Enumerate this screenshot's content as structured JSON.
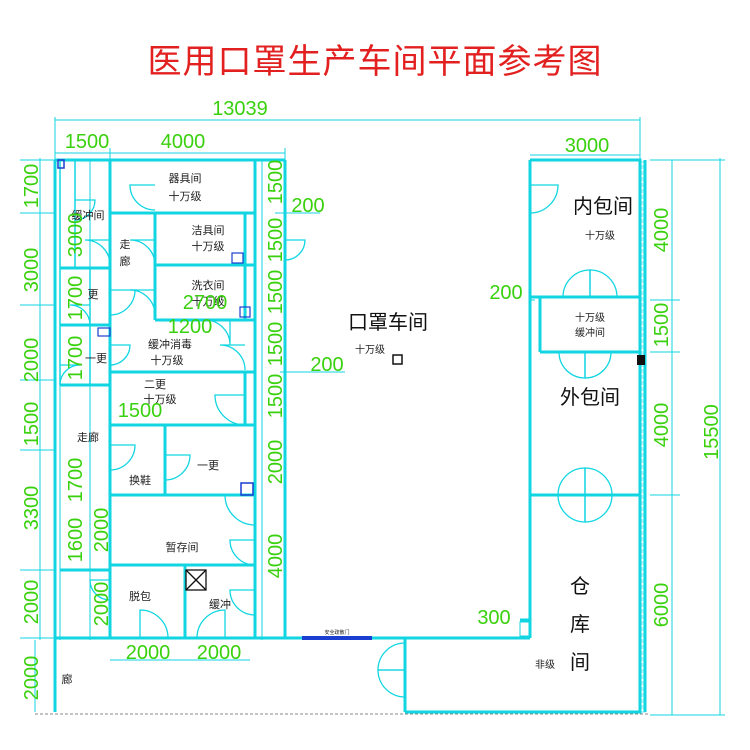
{
  "title": "医用口罩生产车间平面参考图",
  "rooms": {
    "equipment": {
      "name": "器具间",
      "grade": "十万级"
    },
    "cleaning": {
      "name": "洁具间",
      "grade": "十万级"
    },
    "laundry": {
      "name": "洗衣间",
      "grade": "十万级"
    },
    "buffer_disinfect": {
      "name": "缓冲消毒",
      "grade": "十万级"
    },
    "second_change": {
      "name": "二更",
      "grade": "十万级"
    },
    "buffer_left": {
      "name": "缓冲间"
    },
    "corridor_upper": {
      "name": "走廊"
    },
    "change_upper": {
      "name": "更"
    },
    "first_change_small": {
      "name": "一更"
    },
    "corridor_left": {
      "name": "走廊"
    },
    "shoe_change": {
      "name": "换鞋"
    },
    "first_change": {
      "name": "一更"
    },
    "temp_storage": {
      "name": "暂存间"
    },
    "unpack": {
      "name": "脱包"
    },
    "buffer_bottom": {
      "name": "缓冲"
    },
    "corridor_bottom": {
      "name": "廊"
    },
    "mask_workshop": {
      "name": "口罩车间",
      "grade": "十万级"
    },
    "inner_pack": {
      "name": "内包间",
      "grade": "十万级"
    },
    "buffer_right": {
      "name": "缓冲间",
      "grade": "十万级"
    },
    "outer_pack": {
      "name": "外包间"
    },
    "warehouse": {
      "name": "仓库间",
      "chars": [
        "仓",
        "库",
        "间"
      ],
      "grade": "非级"
    }
  },
  "markers": {
    "safety_exit": "安全疏散门"
  },
  "dims": {
    "total_width": "13039",
    "top_left_a": "1500",
    "top_left_b": "4000",
    "top_right": "3000",
    "total_height": "15500",
    "left_h": [
      "1700",
      "3000",
      "2000",
      "1500",
      "3300",
      "2000",
      "2000"
    ],
    "left_inner_a": [
      "3000",
      "1700",
      "1700"
    ],
    "left_inner_b": [
      "1700",
      "1600"
    ],
    "left_inner_c": [
      "2000",
      "2000"
    ],
    "center_v": [
      "1500",
      "1500",
      "1500",
      "1500",
      "1500",
      "2000",
      "4000"
    ],
    "right_v": [
      "4000",
      "1500",
      "4000",
      "6000"
    ],
    "w200_a": "200",
    "w200_b": "200",
    "w200_c": "200",
    "w300": "300",
    "w2700": "2700",
    "w1200": "1200",
    "w1500": "1500",
    "bottom_a": "2000",
    "bottom_b": "2000"
  },
  "colors": {
    "wall": "#11d6e2",
    "dimension": "#39d10e",
    "title": "#e32020"
  }
}
